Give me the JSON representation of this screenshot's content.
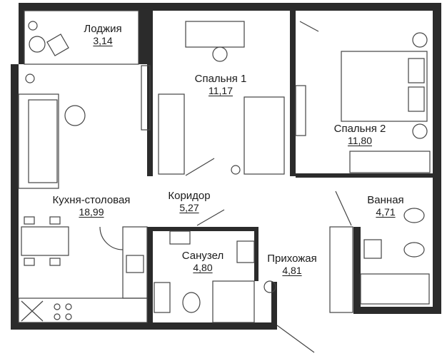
{
  "rooms": [
    {
      "id": "loggia",
      "name": "Лоджия",
      "area": "3,14"
    },
    {
      "id": "bedroom1",
      "name": "Спальня 1",
      "area": "11,17"
    },
    {
      "id": "bedroom2",
      "name": "Спальня 2",
      "area": "11,80"
    },
    {
      "id": "kitchen",
      "name": "Кухня-столовая",
      "area": "18,99"
    },
    {
      "id": "corridor",
      "name": "Коридор",
      "area": "5,27"
    },
    {
      "id": "wc",
      "name": "Санузел",
      "area": "4,80"
    },
    {
      "id": "hall",
      "name": "Прихожая",
      "area": "4,81"
    },
    {
      "id": "bathroom",
      "name": "Ванная",
      "area": "4,71"
    }
  ],
  "colors": {
    "wall": "#2b2b2b",
    "line": "#444444",
    "background": "#ffffff"
  }
}
